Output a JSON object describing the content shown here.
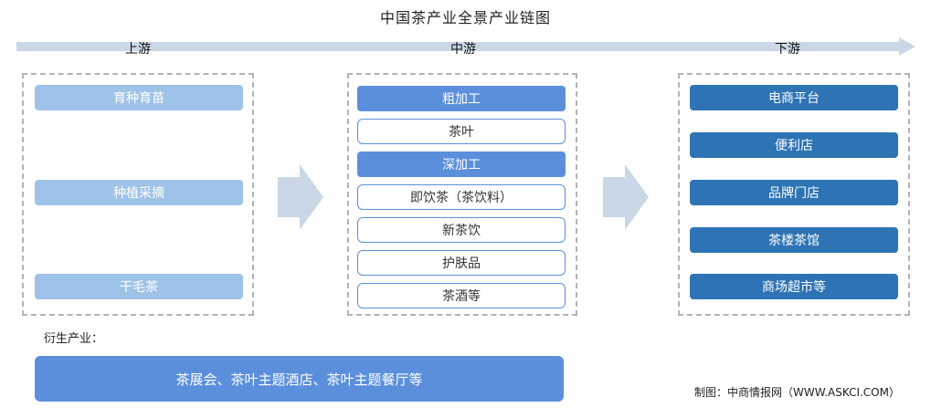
{
  "title": "中国茶产业全景产业链图",
  "stages": {
    "upstream": "上游",
    "midstream": "中游",
    "downstream": "下游"
  },
  "upstream_items": [
    "育种育苗",
    "种植采摘",
    "干毛茶"
  ],
  "midstream_items": [
    "粗加工",
    "茶叶",
    "深加工",
    "即饮茶（茶饮料）",
    "新茶饮",
    "护肤品",
    "茶酒等"
  ],
  "downstream_items": [
    "电商平台",
    "便利店",
    "品牌门店",
    "茶楼茶馆",
    "商场超市等"
  ],
  "derived": {
    "label": "衍生产业：",
    "content": "茶展会、茶叶主题酒店、茶叶主题餐厅等"
  },
  "source": "制图：中商情报网（WWW.ASKCI.COM）",
  "colors": {
    "upstream": "#9fc3e8",
    "midstream": "#5b8fdc",
    "downstream": "#2e74b5",
    "arrow": "#c9d7e6"
  }
}
